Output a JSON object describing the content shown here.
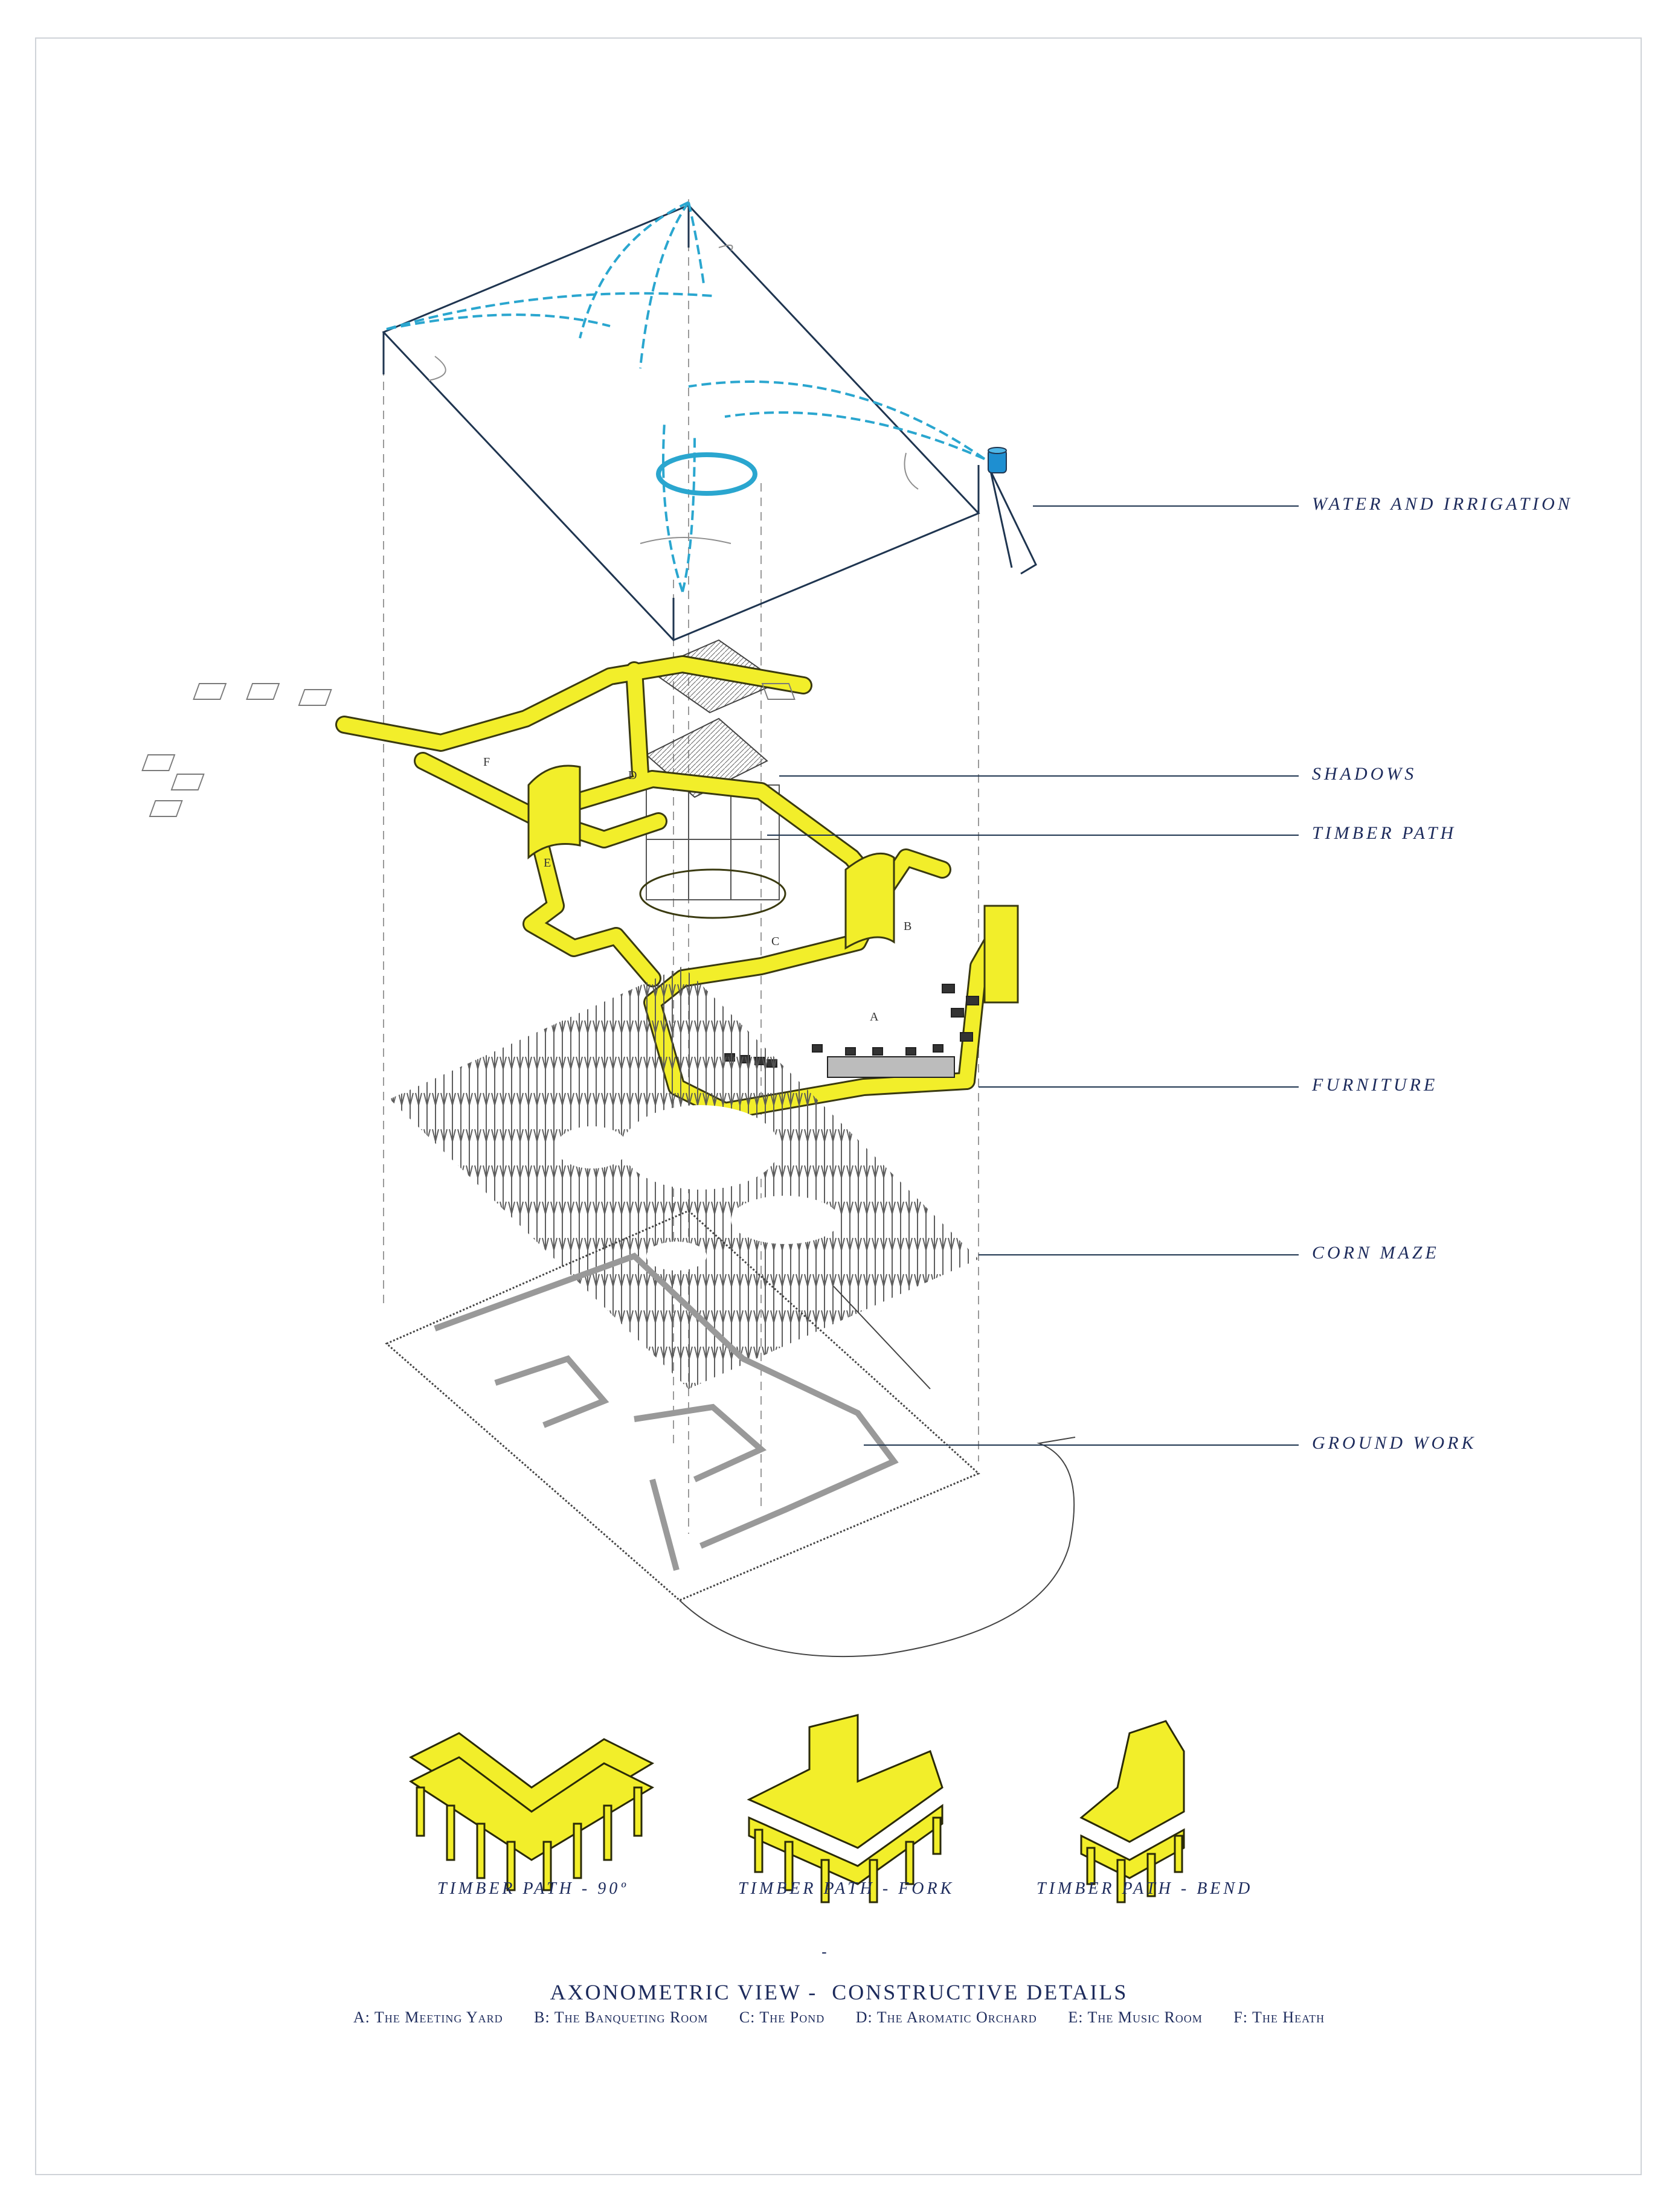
{
  "layers": [
    {
      "id": "water",
      "label": "WATER AND IRRIGATION"
    },
    {
      "id": "shadows",
      "label": "SHADOWS"
    },
    {
      "id": "timber",
      "label": "TIMBER PATH"
    },
    {
      "id": "furniture",
      "label": "FURNITURE"
    },
    {
      "id": "corn",
      "label": "CORN MAZE"
    },
    {
      "id": "ground",
      "label": "GROUND WORK"
    }
  ],
  "zone_letters": [
    "A",
    "B",
    "C",
    "D",
    "E",
    "F"
  ],
  "details": [
    {
      "label": "TIMBER PATH - 90º"
    },
    {
      "label": "TIMBER PATH - FORK"
    },
    {
      "label": "TIMBER PATH - BEND"
    }
  ],
  "separator": "-",
  "title": "AXONOMETRIC VIEW -  CONSTRUCTIVE DETAILS",
  "legend": [
    "A: The Meeting Yard",
    "B: The Banqueting Room",
    "C: The Pond",
    "D: The Aromatic Orchard",
    "E: The Music Room",
    "F: The Heath"
  ],
  "colors": {
    "text": "#1d2b5c",
    "timber": "#f2ee2a",
    "timber_outline": "#3a3a10",
    "water": "#2aa6cf",
    "structure": "#1f3550",
    "maze": "#555555",
    "ground": "#8a8a8a",
    "frame": "#cfd3d8"
  }
}
